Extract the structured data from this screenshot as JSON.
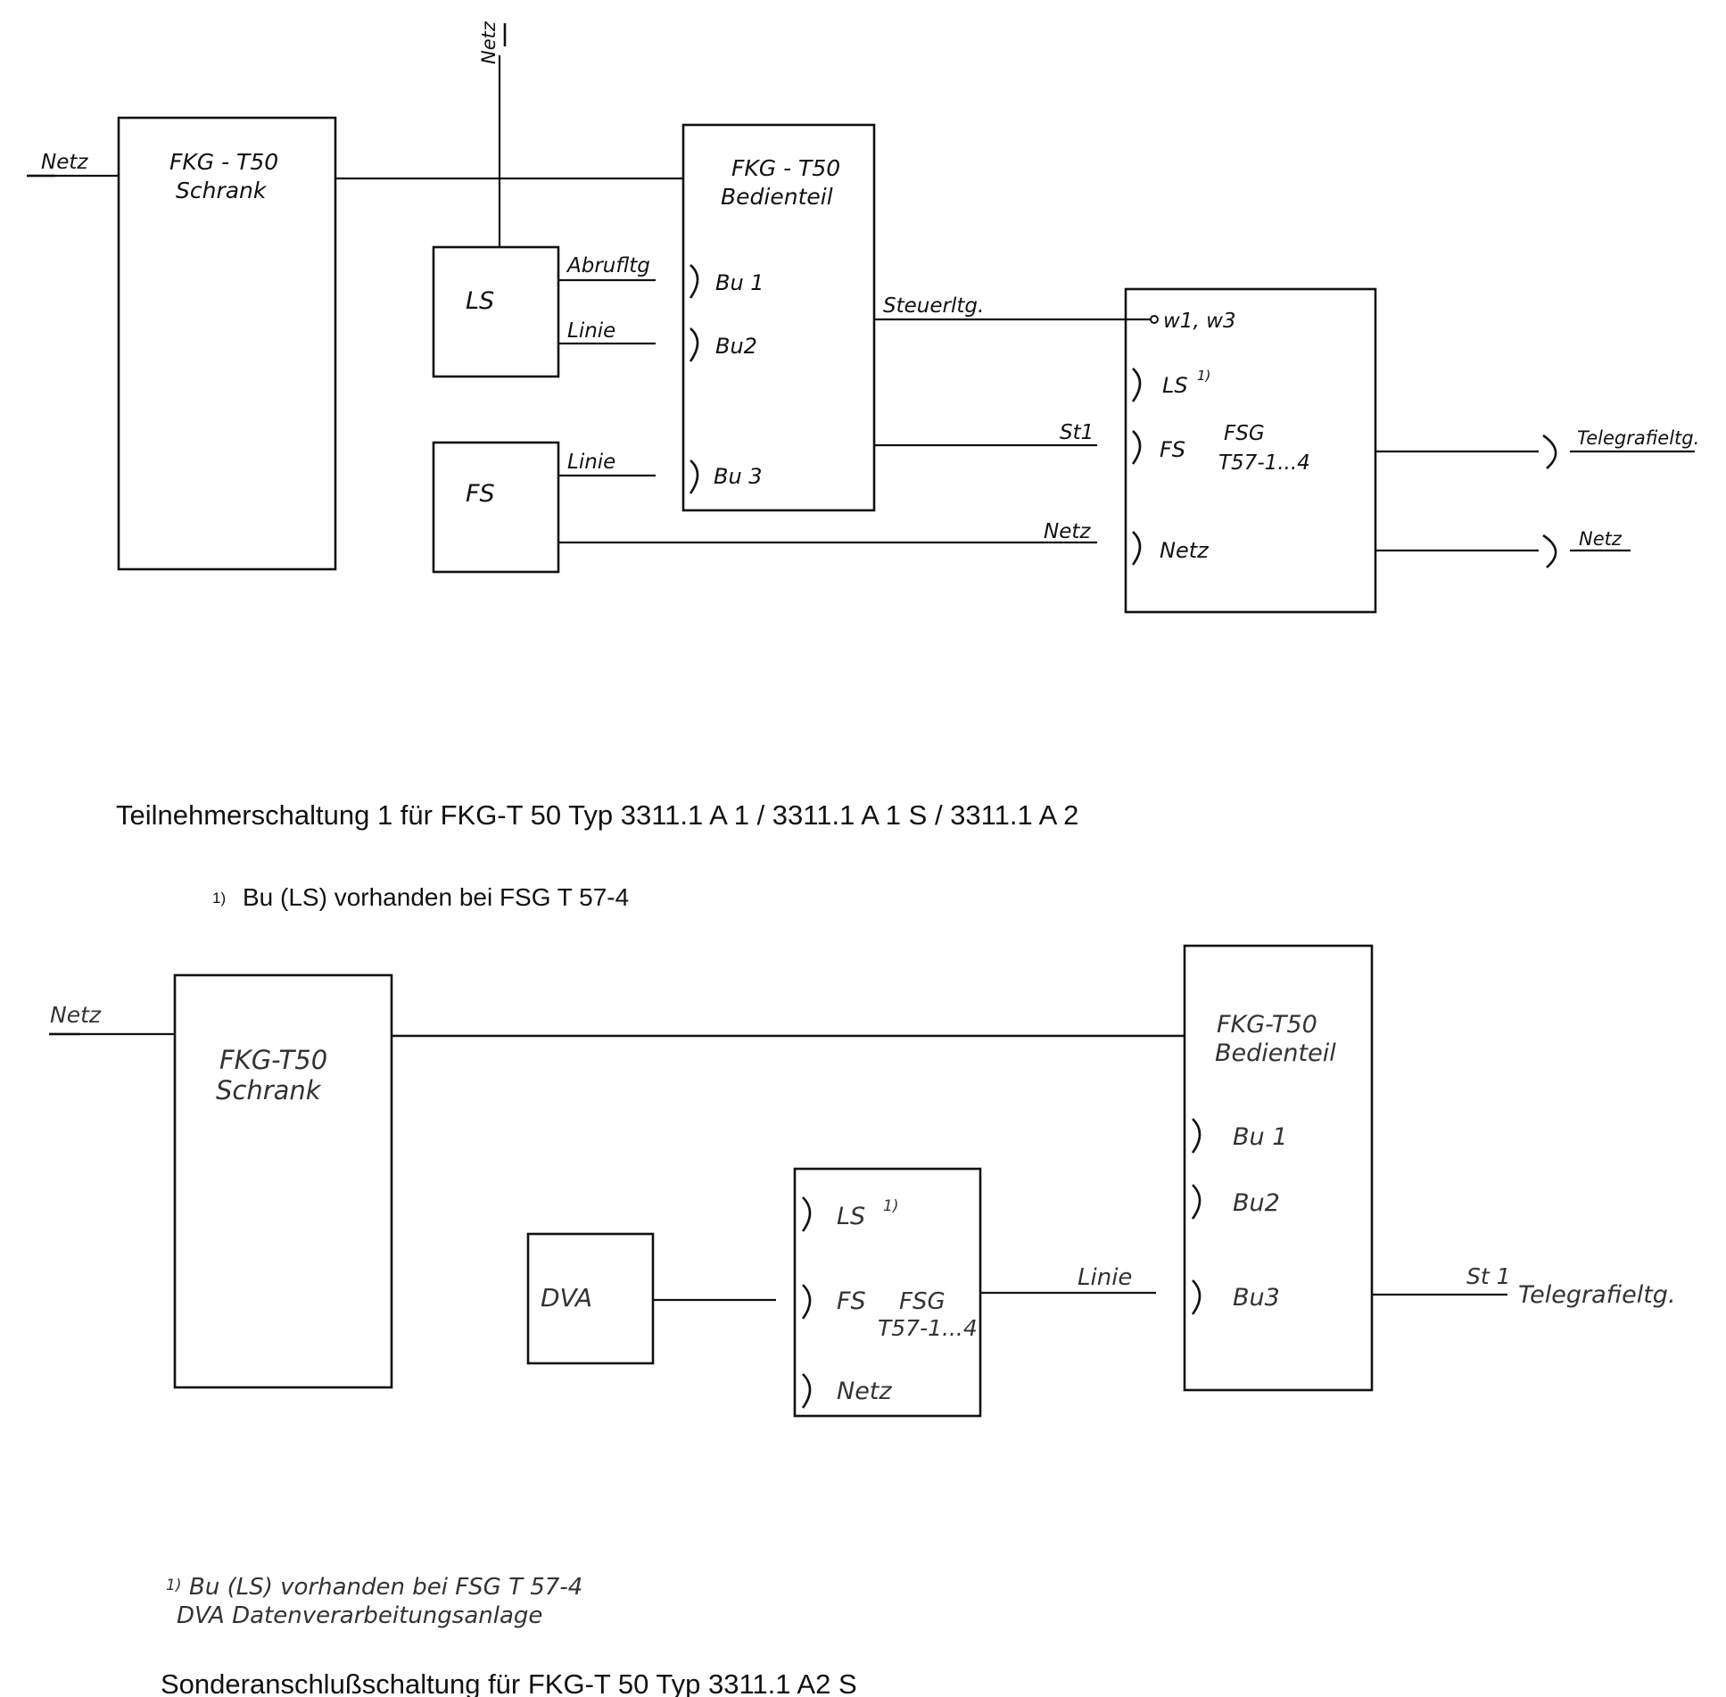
{
  "diagram1": {
    "netz_left": "Netz",
    "netz_top": "Netz",
    "schrank": {
      "line1": "FKG - T50",
      "line2": "Schrank"
    },
    "ls": "LS",
    "fs": "FS",
    "abrufltg": "Abrufltg",
    "linie_ls": "Linie",
    "linie_fs": "Linie",
    "bedienteil": {
      "line1": "FKG - T50",
      "line2": "Bedienteil",
      "bu1": "Bu 1",
      "bu2": "Bu2",
      "bu3": "Bu 3"
    },
    "steuerltg": "Steuerltg.",
    "st1": "St1",
    "netz_mid": "Netz",
    "fsg": {
      "w": "w1, w3",
      "ls": "LS",
      "ls_sup": "1)",
      "fs": "FS",
      "title1": "FSG",
      "title2": "T57-1...4",
      "netz": "Netz"
    },
    "telegrafieltg": "Telegrafieltg.",
    "netz_right": "Netz"
  },
  "caption1": "Teilnehmerschaltung 1 für FKG-T 50  Typ 3311.1 A 1 / 3311.1 A 1 S / 3311.1 A 2",
  "footnote1": "Bu (LS) vorhanden bei FSG T 57-4",
  "footnote1_mark": "1)",
  "diagram2": {
    "netz_left": "Netz",
    "schrank": {
      "line1": "FKG-T50",
      "line2": "Schrank"
    },
    "dva": "DVA",
    "fsg": {
      "ls": "LS",
      "ls_sup": "1)",
      "fs": "FS",
      "title1": "FSG",
      "title2": "T57-1...4",
      "netz": "Netz"
    },
    "linie": "Linie",
    "bedienteil": {
      "line1": "FKG-T50",
      "line2": "Bedienteil",
      "bu1": "Bu 1",
      "bu2": "Bu2",
      "bu3": "Bu3"
    },
    "st1": "St 1",
    "telegrafieltg": "Telegrafieltg."
  },
  "footnote2_line1": "Bu (LS) vorhanden bei FSG  T 57-4",
  "footnote2_mark": "1)",
  "footnote2_line2": "DVA  Datenverarbeitungsanlage",
  "caption2": "Sonderanschlußschaltung für FKG-T 50 Typ 3311.1 A2 S"
}
